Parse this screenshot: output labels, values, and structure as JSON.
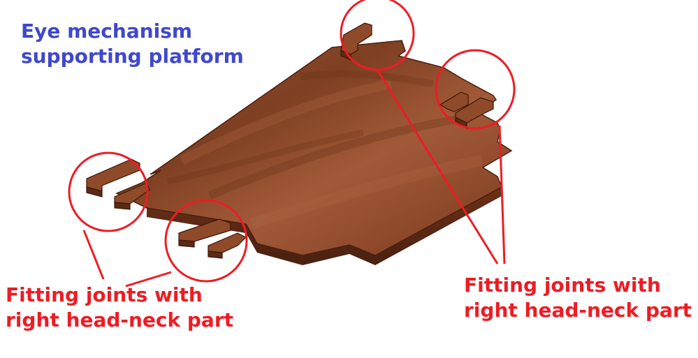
{
  "title": {
    "line1": "Eye mechanism",
    "line2": "supporting platform",
    "color": "#3f48cc"
  },
  "callouts": [
    {
      "line1": "Fitting joints with",
      "line2": "right head-neck part",
      "color": "#ed1c24"
    },
    {
      "line1": "Fitting joints with",
      "line2": "right head-neck part",
      "color": "#ed1c24"
    }
  ],
  "platform": {
    "top_color": "#8a4a2c",
    "side_color": "#5a2a14",
    "highlight_color": "#a65a36"
  },
  "circle_color": "#ed1c24"
}
